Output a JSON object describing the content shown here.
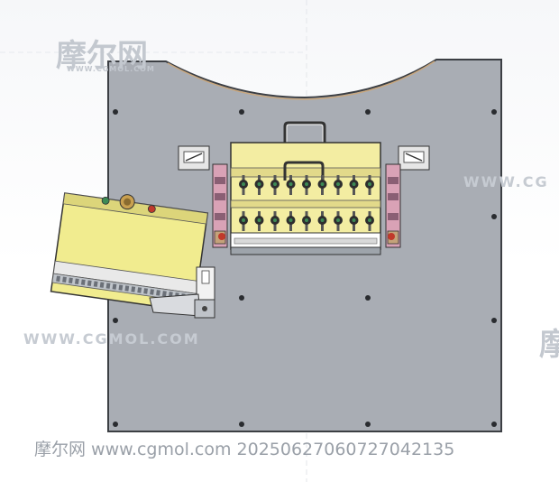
{
  "watermarks": {
    "logo_text": "摩尔网",
    "logo_subtext": "WWW.CGMOL.COM",
    "left_text": "WWW.CGMOL.COM",
    "right_text": "WWW.CG",
    "right_logo_fragment": "摩"
  },
  "footer": {
    "caption": "摩尔网 www.cgmol.com 20250627060727042135"
  },
  "colors": {
    "plate": "#a9adb4",
    "plate_edge": "#3c3f44",
    "housing": "#f3eda2",
    "box_body": "#f1ec8f",
    "accent_pink": "#d9a2b6",
    "accent_green": "#3d8a55",
    "accent_red": "#c0392b",
    "watermark": "#c6cbd2"
  }
}
